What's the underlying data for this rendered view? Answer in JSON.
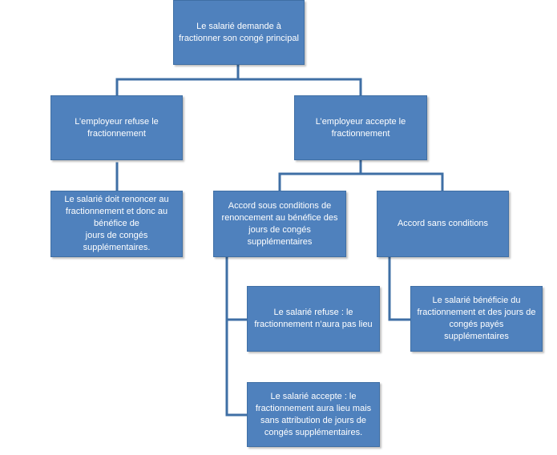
{
  "nodes": {
    "root": "Le salarié demande à fractionner son congé principal",
    "refuse": "L’employeur  refuse le fractionnement",
    "accepte": "L’employeur  accepte le fractionnement",
    "renonce": "Le salarié doit renoncer au fractionnement et donc au bénéfice de\njours de congés supplémentaires.",
    "accord_conditions": "Accord sous conditions de renoncement  au bénéfice des jours de congés supplémentaires",
    "accord_sans": "Accord sans conditions",
    "salarie_refuse": "Le salarié refuse : le fractionnement n’aura pas lieu",
    "salarie_accepte": "Le salarié accepte : le fractionnement aura lieu mais sans attribution de jours de congés supplémentaires.",
    "salarie_beneficie": "Le salarié bénéficie du fractionnement et des jours de congés payés supplémentaires"
  },
  "colors": {
    "box_fill": "#4f81bd",
    "box_border": "#3f6fa5",
    "connector": "#3f6fa5",
    "text": "#ffffff"
  }
}
